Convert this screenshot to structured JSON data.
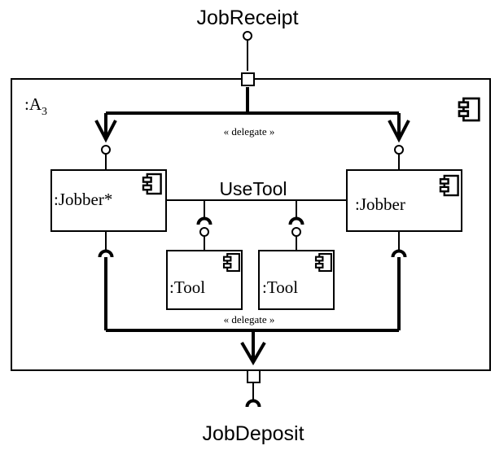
{
  "diagram": {
    "top_interface": "JobReceipt",
    "bottom_interface": "JobDeposit",
    "container": {
      "name": ":A",
      "subscript": "3"
    },
    "delegate_top": "« delegate »",
    "delegate_bottom": "« delegate »",
    "connector_label": "UseTool",
    "parts": {
      "jobber_left": ":Jobber*",
      "jobber_right": ":Jobber",
      "tool_left": ":Tool",
      "tool_right": ":Tool"
    }
  }
}
